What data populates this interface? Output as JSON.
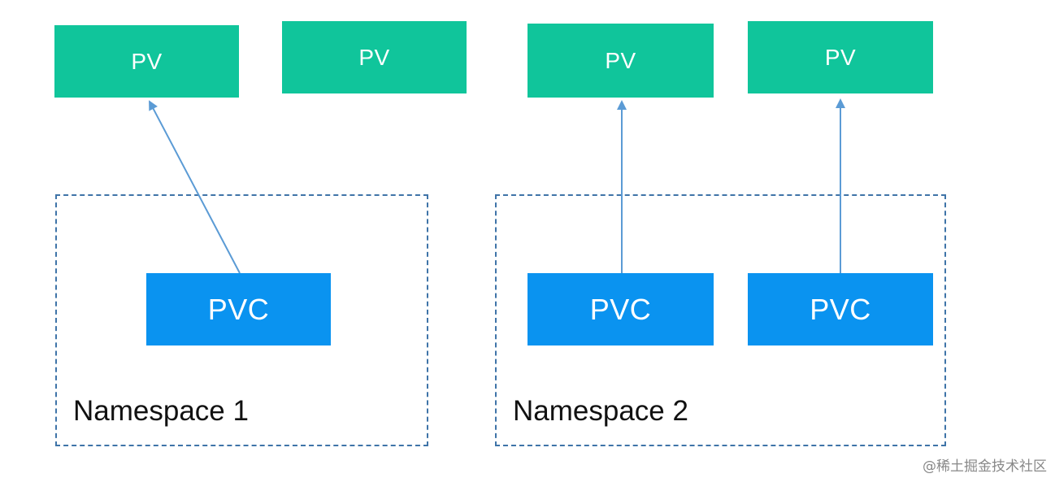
{
  "pv_label": "PV",
  "pvc_label": "PVC",
  "namespaces": [
    {
      "label": "Namespace 1"
    },
    {
      "label": "Namespace 2"
    }
  ],
  "watermark": "@稀土掘金技术社区",
  "colors": {
    "pv": "#10c59b",
    "pvc": "#0a93f0",
    "arrow": "#5b9bd5",
    "namespace_border": "#3f74a8"
  }
}
